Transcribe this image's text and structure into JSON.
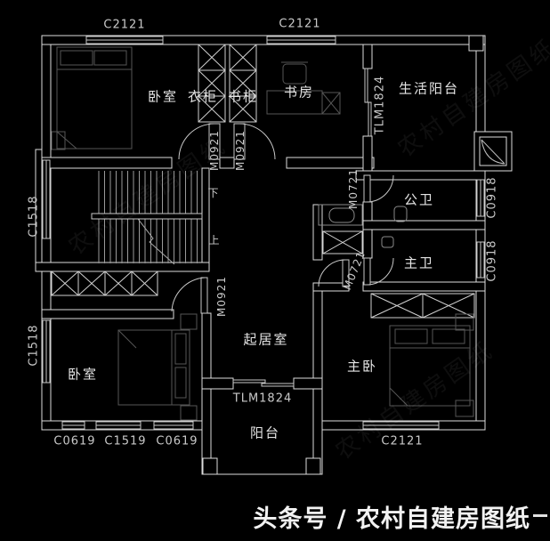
{
  "rooms": {
    "bedroom_top": "卧室",
    "wardrobe": "衣柜",
    "bookcase": "书柜",
    "study": "书房",
    "living_balcony": "生活阳台",
    "public_bath": "公卫",
    "master_bath": "主卫",
    "living_room": "起居室",
    "master_bedroom": "主卧",
    "bedroom_bottom": "卧室",
    "balcony": "阳台",
    "stair_down": "下",
    "stair_up": "上"
  },
  "openings": {
    "win_top_left": "C2121",
    "win_top_right": "C2121",
    "win_left_upper": "C1518",
    "win_left_lower": "C1518",
    "win_bottom_1": "C0619",
    "win_bottom_2": "C1519",
    "win_bottom_3": "C0619",
    "win_bottom_master": "C2121",
    "win_right_upper": "C0918",
    "win_right_lower": "C0918",
    "door_top_left": "M0921",
    "door_top_right": "M0921",
    "door_bedroom": "M0921",
    "door_public_bath": "M0721",
    "door_master_area": "M0721",
    "slider_study": "TLM1824",
    "slider_balcony": "TLM1824"
  },
  "watermark": {
    "banner": "头条号 / 农村自建房图纸",
    "diagonal": "农村自建房图纸"
  },
  "colors": {
    "background": "#000000",
    "wall_line": "#e0e0e0",
    "furniture_line": "#565656",
    "label": "#c9c9c9",
    "banner": "#f2f2f2"
  }
}
